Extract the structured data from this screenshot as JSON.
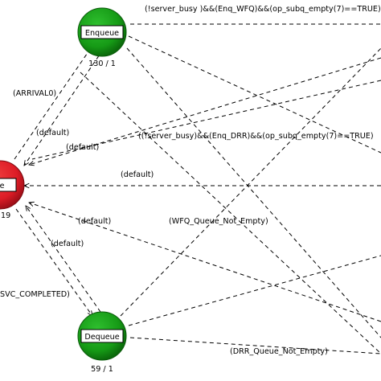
{
  "states": {
    "enqueue": {
      "name": "Enqueue",
      "counter": "130 / 1",
      "fill": "#1a9e1a",
      "fill_dark": "#0c6e0c"
    },
    "dequeue": {
      "name": "Dequeue",
      "counter": "59 / 1",
      "fill": "#1a9e1a",
      "fill_dark": "#0c6e0c"
    },
    "idle": {
      "name": "le",
      "counter": "19",
      "fill": "#e5202a",
      "fill_dark": "#a0101a"
    }
  },
  "transitions": {
    "enq_wfq": "(!server_busy )&&(Enq_WFQ)&&(op_subq_empty(7)==TRUE)",
    "arrival": "(ARRIVAL0)",
    "default_1": "(default)",
    "default_2": "(default)",
    "enq_drr": "((!server_busy)&&(Enq_DRR)&&(op_subq_empty(7)==TRUE)",
    "default_3": "(default)",
    "default_4": "(default)",
    "wfq_not_empty": "(WFQ_Queue_Not_Empty)",
    "default_5": "(default)",
    "svc_completed": "SVC_COMPLETED)",
    "drr_not_empty": "(DRR_Queue_Not_Empty)"
  },
  "colors": {
    "line": "#000000",
    "background": "#ffffff"
  }
}
